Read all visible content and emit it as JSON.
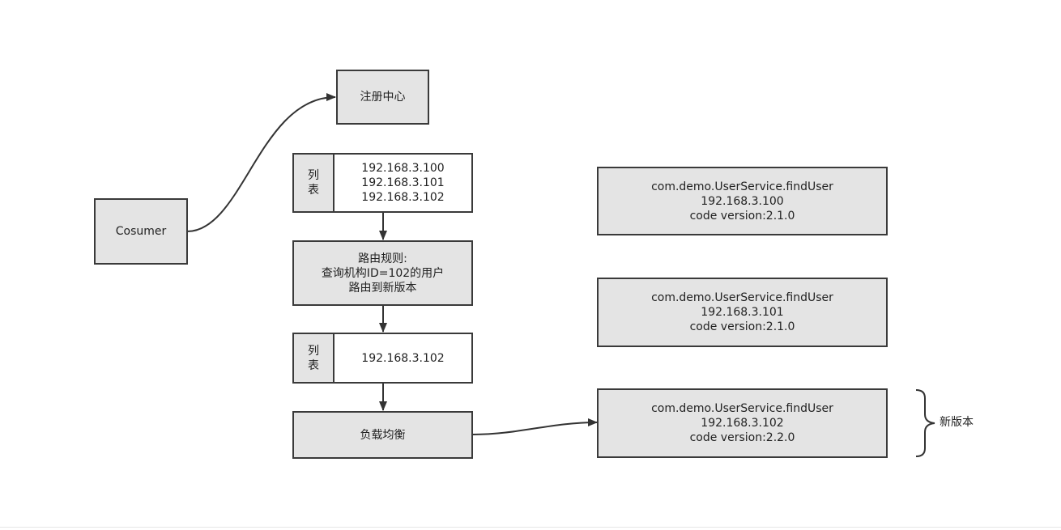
{
  "nodes": {
    "consumer": {
      "label": "Cosumer"
    },
    "registry": {
      "label": "注册中心"
    },
    "list1": {
      "tag": "列\n表",
      "ips": [
        "192.168.3.100",
        "192.168.3.101",
        "192.168.3.102"
      ]
    },
    "routing_rule": {
      "lines": [
        "路由规则:",
        "查询机构ID=102的用户",
        "路由到新版本"
      ]
    },
    "list2": {
      "tag": "列\n表",
      "ips": [
        "192.168.3.102"
      ]
    },
    "load_balance": {
      "label": "负载均衡"
    },
    "services": [
      {
        "lines": [
          "com.demo.UserService.findUser",
          "192.168.3.100",
          "code version:2.1.0"
        ]
      },
      {
        "lines": [
          "com.demo.UserService.findUser",
          "192.168.3.101",
          "code version:2.1.0"
        ]
      },
      {
        "lines": [
          "com.demo.UserService.findUser",
          "192.168.3.102",
          "code version:2.2.0"
        ]
      }
    ],
    "new_version_label": "新版本"
  },
  "colors": {
    "box_fill": "#e4e4e4",
    "stroke": "#3a3a3a",
    "background": "#ffffff"
  }
}
